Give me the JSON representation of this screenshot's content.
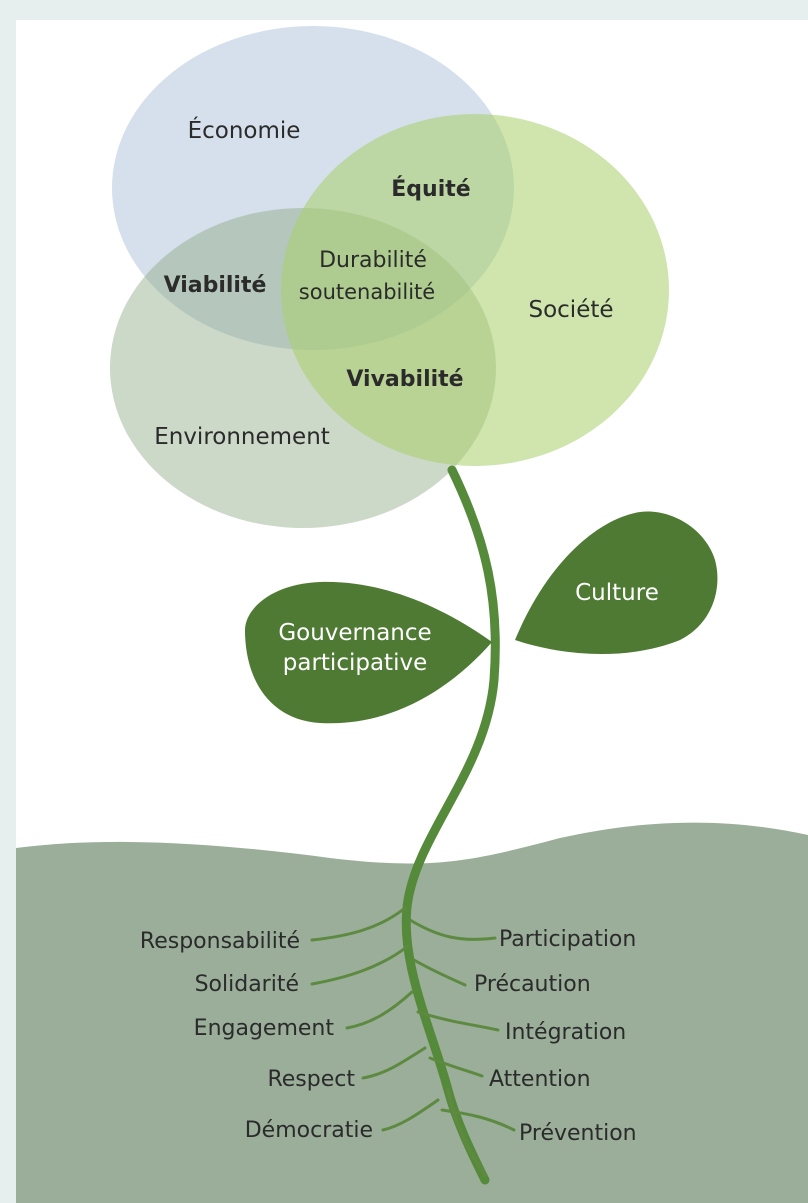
{
  "circles": {
    "economie": "Économie",
    "societe": "Société",
    "environnement": "Environnement"
  },
  "intersections": {
    "equite": "Équité",
    "viabilite": "Viabilité",
    "vivabilite": "Vivabilité",
    "centre_line1": "Durabilité",
    "centre_line2": "soutenabilité"
  },
  "leaves": {
    "gouvernance_line1": "Gouvernance",
    "gouvernance_line2": "participative",
    "culture": "Culture"
  },
  "roots_left": [
    "Responsabilité",
    "Solidarité",
    "Engagement",
    "Respect",
    "Démocratie"
  ],
  "roots_right": [
    "Participation",
    "Précaution",
    "Intégration",
    "Attention",
    "Prévention"
  ],
  "colors": {
    "page_background": "#e6eeee",
    "panel": "#ffffff",
    "economie": "#9cb4d2",
    "societe": "#a8cf6a",
    "environnement": "#8fa986",
    "leaf": "#4e7a34",
    "stem": "#558a3a",
    "ground": "#9aae9a"
  }
}
